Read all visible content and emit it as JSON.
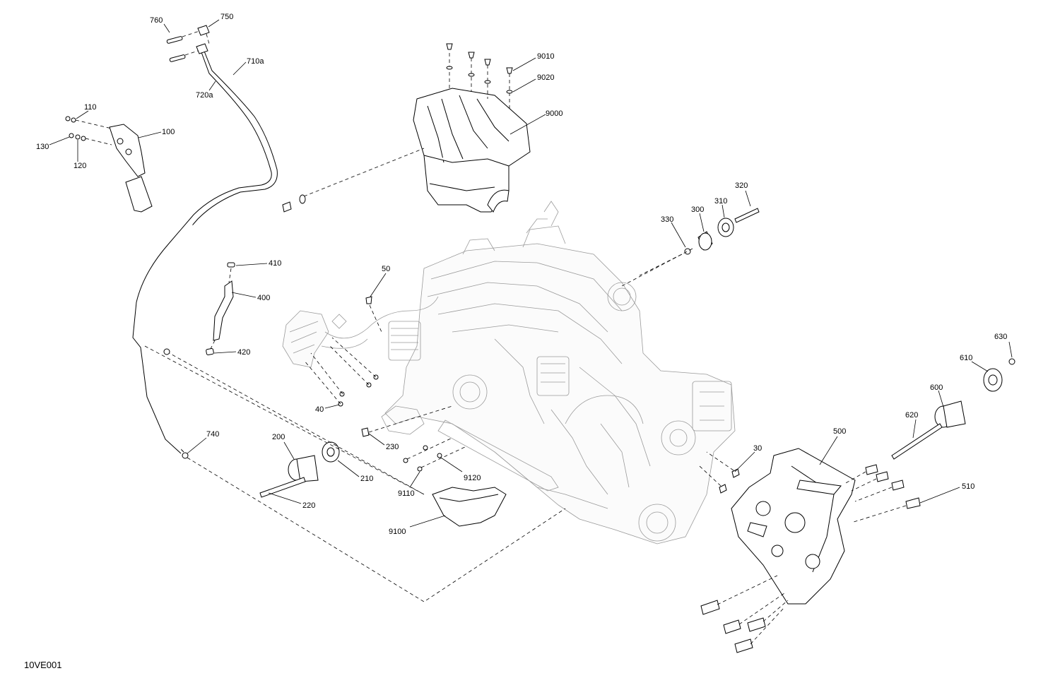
{
  "diagram": {
    "reference_code": "10VE001",
    "callouts": {
      "c760": "760",
      "c750": "750",
      "c710a": "710a",
      "c720a": "720a",
      "c110": "110",
      "c100": "100",
      "c130": "130",
      "c120": "120",
      "c9010": "9010",
      "c9020": "9020",
      "c9000": "9000",
      "c320": "320",
      "c330": "330",
      "c300": "300",
      "c310": "310",
      "c410": "410",
      "c400": "400",
      "c420": "420",
      "c50": "50",
      "c40": "40",
      "c630": "630",
      "c610": "610",
      "c600": "600",
      "c620": "620",
      "c500": "500",
      "c510": "510",
      "c30": "30",
      "c740": "740",
      "c200": "200",
      "c210": "210",
      "c220": "220",
      "c230": "230",
      "c9120": "9120",
      "c9110": "9110",
      "c9100": "9100"
    }
  }
}
